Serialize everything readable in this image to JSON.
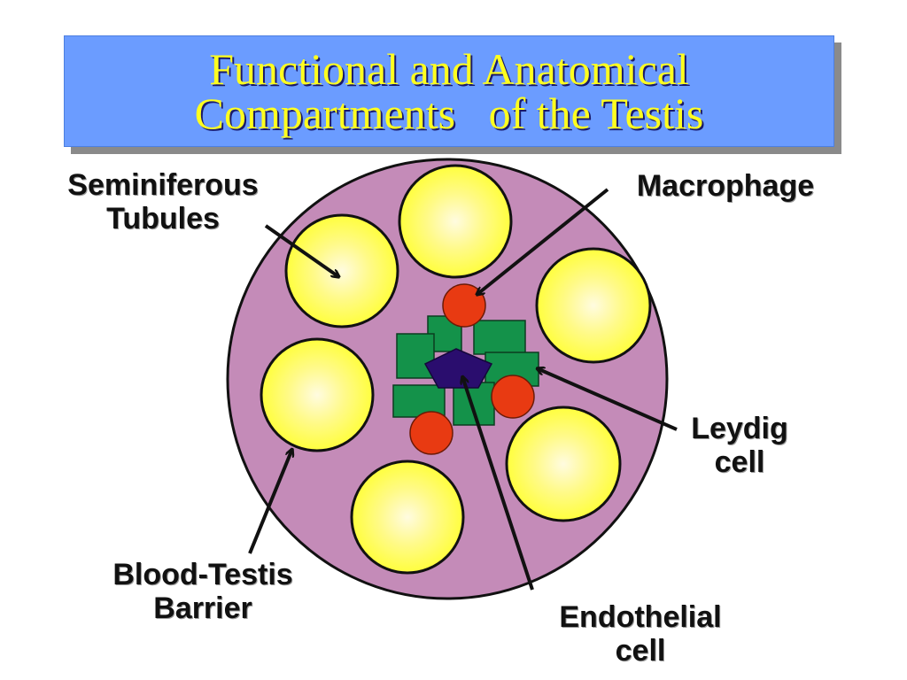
{
  "title": {
    "line1": "Functional and Anatomical",
    "line2": "Compartments   of the Testis"
  },
  "labels": {
    "seminiferous_1": "Seminiferous",
    "seminiferous_2": "Tubules",
    "macrophage": "Macrophage",
    "leydig_1": "Leydig",
    "leydig_2": "cell",
    "blood_testis_1": "Blood-Testis",
    "blood_testis_2": "Barrier",
    "endothelial_1": "Endothelial",
    "endothelial_2": "cell"
  },
  "colors": {
    "tissue": "#c48bb8",
    "tubule_center": "#fffbe0",
    "tubule_edge": "#ffff2e",
    "leydig": "#14924a",
    "macrophage": "#e83a12",
    "endothelial": "#2a0d6e",
    "title_bg": "#6b9cff",
    "title_text": "#ffff1f"
  }
}
